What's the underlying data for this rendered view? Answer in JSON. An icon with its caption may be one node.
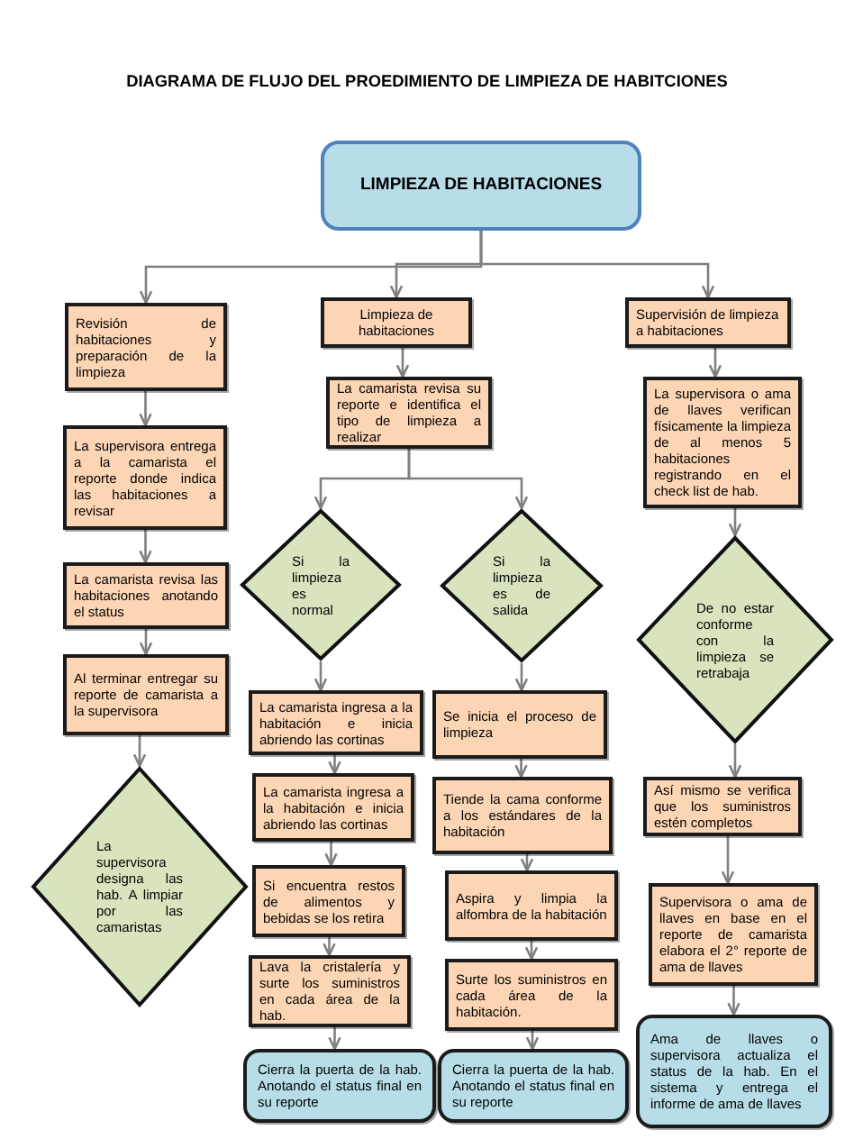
{
  "diagram": {
    "title": "DIAGRAMA DE FLUJO DEL PROEDIMIENTO DE LIMPIEZA DE HABITCIONES",
    "nodes": [
      {
        "text": [
          "LIMPIEZA DE HABITACIONES"
        ]
      },
      {
        "text": [
          "Revisión de habitaciones y preparación de la limpieza"
        ]
      },
      {
        "text": [
          "La supervisora entrega a la camarista el reporte donde indica las habitaciones a revisar"
        ]
      },
      {
        "text": [
          "La camarista revisa las habitaciones anotando el status"
        ]
      },
      {
        "text": [
          "Al terminar entregar su reporte de camarista a la supervisora"
        ]
      },
      {
        "text": [
          "La supervisora designa las hab. A limpiar por las camaristas"
        ]
      },
      {
        "text": [
          "Limpieza de habitaciones"
        ]
      },
      {
        "text": [
          "La camarista revisa su reporte e identifica el tipo de limpieza a realizar"
        ]
      },
      {
        "text": [
          "Si la limpieza es normal"
        ]
      },
      {
        "text": [
          "Si la limpieza es de salida"
        ]
      },
      {
        "text": [
          "La camarista ingresa a la habitación e inicia abriendo las cortinas"
        ]
      },
      {
        "text": [
          "Se inicia el proceso de limpieza"
        ]
      },
      {
        "text": [
          "La camarista ingresa a la habitación e inicia abriendo las cortinas"
        ]
      },
      {
        "text": [
          "Tiende la cama conforme a los estándares de la habitación"
        ]
      },
      {
        "text": [
          "Si encuentra restos de alimentos y bebidas se los retira"
        ]
      },
      {
        "text": [
          "Aspira y limpia la alfombra de la habitación"
        ]
      },
      {
        "text": [
          "Lava la cristalería y surte los suministros en cada área de la hab."
        ]
      },
      {
        "text": [
          "Surte los suministros en cada área de la habitación."
        ]
      },
      {
        "text": [
          "Cierra la puerta de la hab. Anotando el status final en su reporte"
        ]
      },
      {
        "text": [
          "Cierra la puerta de la hab. Anotando el status final en su reporte"
        ]
      },
      {
        "text": [
          "Supervisión de limpieza a habitaciones"
        ]
      },
      {
        "text": [
          "La supervisora o ama de llaves verifican físicamente la limpieza de al menos 5 habitaciones registrando en el check list de hab."
        ]
      },
      {
        "text": [
          "De no estar conforme con la limpieza se retrabaja"
        ]
      },
      {
        "text": [
          "Así mismo se verifica que los suministros estén completos"
        ]
      },
      {
        "text": [
          "Supervisora o ama de llaves en base en el reporte de camarista elabora el 2° reporte de ama de llaves"
        ]
      },
      {
        "text": [
          "Ama de llaves o supervisora actualiza el status de la hab. En el sistema y entrega el informe de ama de llaves"
        ]
      }
    ],
    "edges": [
      {
        "from": 0,
        "to": 1,
        "arrow": "to"
      },
      {
        "from": 0,
        "to": 6,
        "arrow": "to"
      },
      {
        "from": 0,
        "to": 20,
        "arrow": "to"
      },
      {
        "from": 1,
        "to": 2,
        "arrow": "to"
      },
      {
        "from": 2,
        "to": 3,
        "arrow": "to"
      },
      {
        "from": 3,
        "to": 4,
        "arrow": "to"
      },
      {
        "from": 4,
        "to": 5,
        "arrow": "to"
      },
      {
        "from": 6,
        "to": 7,
        "arrow": "to"
      },
      {
        "from": 7,
        "to": 8,
        "arrow": "to"
      },
      {
        "from": 7,
        "to": 9,
        "arrow": "to"
      },
      {
        "from": 8,
        "to": 10,
        "arrow": "to"
      },
      {
        "from": 10,
        "to": 12,
        "arrow": "to"
      },
      {
        "from": 12,
        "to": 14,
        "arrow": "to"
      },
      {
        "from": 14,
        "to": 16,
        "arrow": "to"
      },
      {
        "from": 16,
        "to": 18,
        "arrow": "to"
      },
      {
        "from": 9,
        "to": 11,
        "arrow": "to"
      },
      {
        "from": 11,
        "to": 13,
        "arrow": "to"
      },
      {
        "from": 13,
        "to": 15,
        "arrow": "to"
      },
      {
        "from": 15,
        "to": 17,
        "arrow": "to"
      },
      {
        "from": 17,
        "to": 19,
        "arrow": "to"
      },
      {
        "from": 20,
        "to": 21,
        "arrow": "to"
      },
      {
        "from": 21,
        "to": 22,
        "arrow": "to"
      },
      {
        "from": 22,
        "to": 23,
        "arrow": "to"
      },
      {
        "from": 23,
        "to": 24,
        "arrow": "to"
      },
      {
        "from": 24,
        "to": 25,
        "arrow": "to"
      }
    ]
  }
}
